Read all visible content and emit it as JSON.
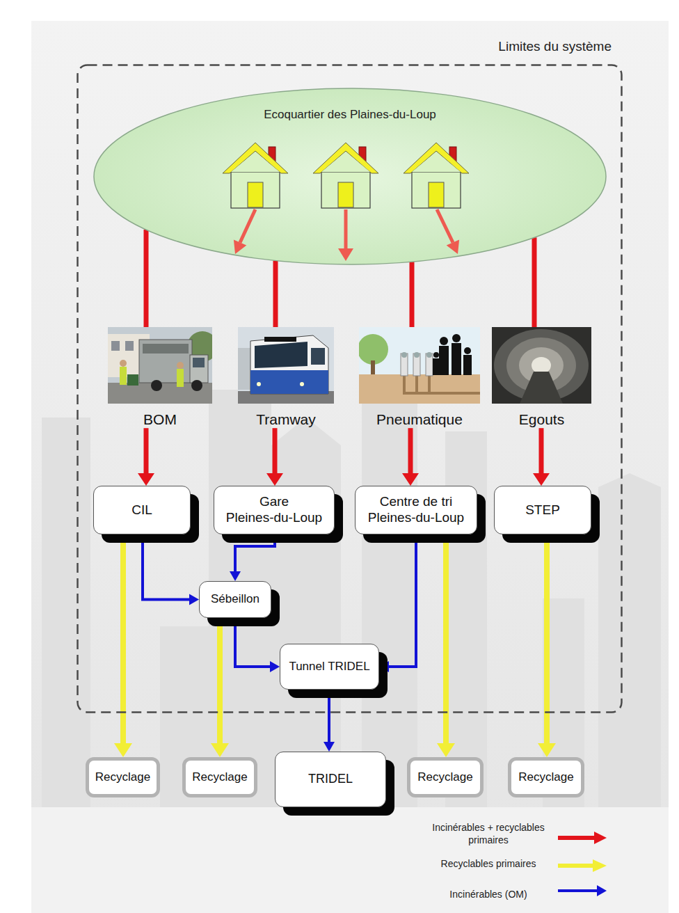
{
  "diagram": {
    "nodes": [
      {
        "text": [
          "Limites du système"
        ]
      },
      {
        "text": [
          "Ecoquartier des Plaines-du-Loup"
        ],
        "in": 0
      },
      {
        "text": [
          "BOM"
        ],
        "in": 0
      },
      {
        "text": [
          "Tramway"
        ],
        "in": 0
      },
      {
        "text": [
          "Pneumatique"
        ],
        "in": 0
      },
      {
        "text": [
          "Egouts"
        ],
        "in": 0
      },
      {
        "text": [
          "CIL"
        ],
        "in": 0
      },
      {
        "text": [
          "Gare Pleines-du-Loup"
        ],
        "in": 0
      },
      {
        "text": [
          "Centre de tri Pleines-du-Loup"
        ],
        "in": 0
      },
      {
        "text": [
          "STEP"
        ],
        "in": 0
      },
      {
        "text": [
          "Sébeillon"
        ],
        "in": 0
      },
      {
        "text": [
          "Tunnel TRIDEL"
        ],
        "in": 0
      },
      {
        "text": [
          "Recyclage"
        ]
      },
      {
        "text": [
          "Recyclage"
        ]
      },
      {
        "text": [
          "TRIDEL"
        ]
      },
      {
        "text": [
          "Recyclage"
        ]
      },
      {
        "text": [
          "Recyclage"
        ]
      }
    ],
    "edges": [
      {
        "from": 1,
        "to": 2,
        "arrow": "none"
      },
      {
        "from": 1,
        "to": 3,
        "arrow": "none"
      },
      {
        "from": 1,
        "to": 4,
        "arrow": "none"
      },
      {
        "from": 1,
        "to": 5,
        "arrow": "none"
      },
      {
        "from": 2,
        "to": 6,
        "arrow": "to"
      },
      {
        "from": 3,
        "to": 7,
        "arrow": "to"
      },
      {
        "from": 4,
        "to": 8,
        "arrow": "to"
      },
      {
        "from": 5,
        "to": 9,
        "arrow": "to"
      },
      {
        "from": 6,
        "to": 12,
        "arrow": "to"
      },
      {
        "from": 6,
        "to": 10,
        "arrow": "to"
      },
      {
        "from": 7,
        "to": 10,
        "arrow": "to"
      },
      {
        "from": 10,
        "to": 13,
        "arrow": "to"
      },
      {
        "from": 10,
        "to": 11,
        "arrow": "to"
      },
      {
        "from": 8,
        "to": 11,
        "arrow": "to"
      },
      {
        "from": 8,
        "to": 15,
        "arrow": "to"
      },
      {
        "from": 9,
        "to": 16,
        "arrow": "to"
      },
      {
        "from": 11,
        "to": 14,
        "arrow": "to"
      }
    ],
    "legend": [
      {
        "text": "Incinérables + recyclables primaires"
      },
      {
        "text": "Recyclables primaires"
      },
      {
        "text": "Incinérables (OM)"
      }
    ]
  }
}
